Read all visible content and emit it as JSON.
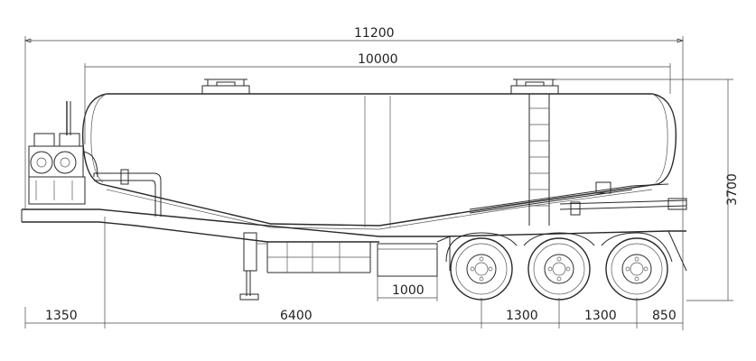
{
  "dimensions": {
    "overall_length": "11200",
    "tank_length": "10000",
    "height": "3700",
    "front_overhang": "1350",
    "kingpin_to_axle": "6400",
    "axle_spacing_1": "1300",
    "axle_spacing_2": "1300",
    "rear_overhang": "850",
    "toolbox_width": "1000"
  }
}
